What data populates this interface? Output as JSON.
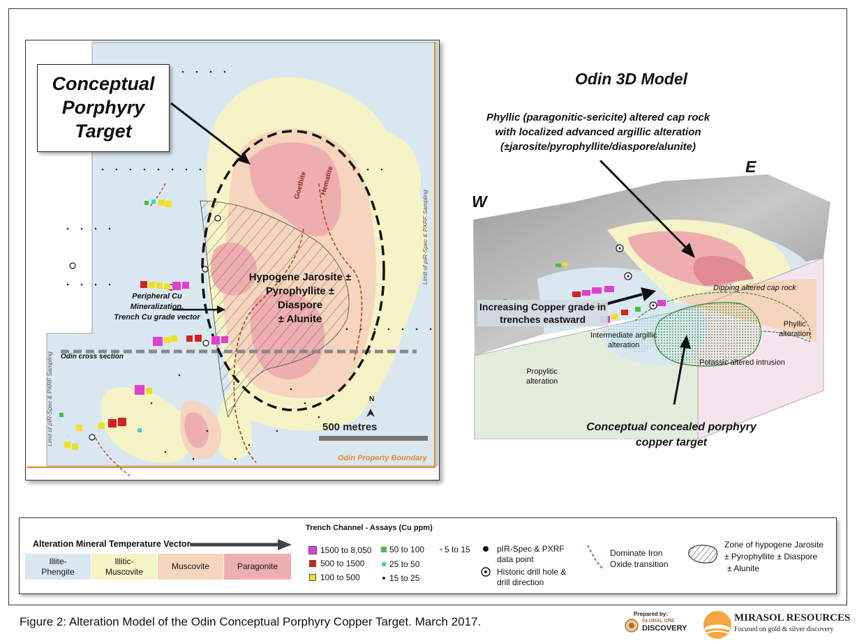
{
  "map": {
    "callout": [
      "Conceptual",
      "Porphyry",
      "Target"
    ],
    "hypogene": [
      "Hypogene Jarosite ±",
      "Pyrophyllite ±",
      "Diaspore",
      "± Alunite"
    ],
    "peripheral": [
      "Peripheral Cu",
      "Mineralization,",
      "Trench Cu grade vector"
    ],
    "goethite": "Goethite",
    "hematite": "Hematite",
    "cross_section": "Odin cross section",
    "scale": "500 metres",
    "north": "N",
    "boundary": "Odin Property Boundary",
    "sampling_limit": "Limit of pIR-Spec & PXRF Sampling"
  },
  "model3d": {
    "title": "Odin 3D Model",
    "phyllic_cap": [
      "Phyllic (paragonitic-sericite) altered cap rock",
      "with localized advanced argillic alteration",
      "(±jarosite/pyrophyllite/diaspore/alunite)"
    ],
    "west": "W",
    "east": "E",
    "dipping": "Dipping altered cap rock",
    "increasing": [
      "Increasing Copper grade in",
      "trenches eastward"
    ],
    "intermediate": [
      "Intermediate argillic",
      "alteration"
    ],
    "phyllic_alt": [
      "Phyllic",
      "alteration"
    ],
    "propylitic": [
      "Propylitic",
      "alteration"
    ],
    "potassic": "Potassic altered intrusion",
    "concealed": [
      "Conceptual concealed porphyry",
      "copper target"
    ]
  },
  "legend": {
    "vector_title": "Alteration Mineral Temperature Vector",
    "swatches": [
      {
        "label": [
          "Illite-",
          "Phengite"
        ],
        "color": "#d9e8f0"
      },
      {
        "label": [
          "Illitic-",
          "Muscovite"
        ],
        "color": "#f6f3c6"
      },
      {
        "label": [
          "Muscovite"
        ],
        "color": "#f5d5bd"
      },
      {
        "label": [
          "Paragonite"
        ],
        "color": "#eeaeb0"
      }
    ],
    "trench_title": "Trench Channel - Assays (Cu ppm)",
    "assays": [
      {
        "label": "1500 to 8,050",
        "color": "#e040d0"
      },
      {
        "label": "500 to 1500",
        "color": "#d42020"
      },
      {
        "label": "100 to 500",
        "color": "#f0e020"
      },
      {
        "label": "50 to 100",
        "color": "#40c040"
      },
      {
        "label": "25 to 50",
        "color": "#40d0d0"
      },
      {
        "label": "15 to 25",
        "color": "#222222"
      },
      {
        "label": "5 to 15",
        "color": "#aaaaaa"
      }
    ],
    "pir": [
      "pIR-Spec & PXRF",
      "data point"
    ],
    "drill": [
      "Historic drill hole &",
      "drill direction"
    ],
    "iron": [
      "Dominate Iron",
      "Oxide transition"
    ],
    "zone": [
      "Zone of hypogene Jarosite",
      "± Pyrophyllite ± Diaspore",
      "± Alunite"
    ]
  },
  "caption": "Figure 2: Alteration Model of the Odin Conceptual Porphyry Copper Target. March 2017.",
  "logos": {
    "prepared_by": "Prepared by:",
    "global_ore": "GLOBAL ORE",
    "discovery": "DISCOVERY",
    "mirasol": "MIRASOL RESOURCES",
    "tagline": "Focused on gold & silver discovery"
  }
}
